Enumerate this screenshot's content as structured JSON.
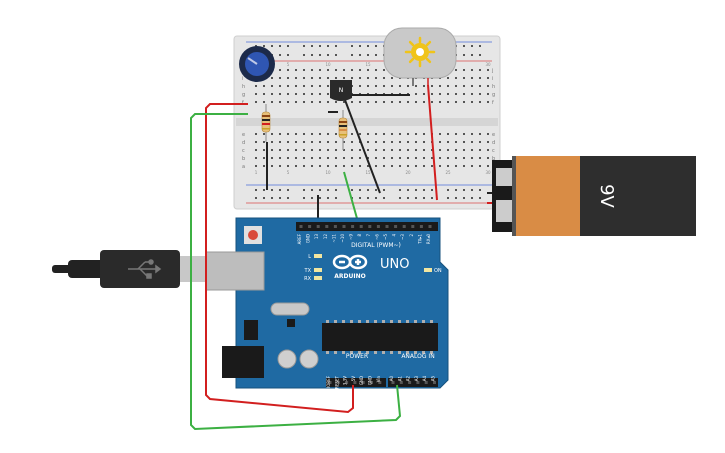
{
  "board": {
    "brand": "ARDUINO",
    "model": "UNO",
    "digital_label": "DIGITAL (PWM~)",
    "power_label": "POWER",
    "analog_label": "ANALOG IN",
    "on_label": "ON",
    "led_l": "L",
    "led_tx": "TX",
    "led_rx": "RX",
    "digital_pins": [
      "AREF",
      "GND",
      "13",
      "12",
      "~11",
      "~10",
      "~9",
      "8",
      "7",
      "~6",
      "~5",
      "4",
      "~3",
      "2",
      "TX▸1",
      "RX◂0"
    ],
    "power_pins": [
      "IOREF",
      "RESET",
      "3.3V",
      "5V",
      "GND",
      "GND",
      "Vin"
    ],
    "analog_pins": [
      "A0",
      "A1",
      "A2",
      "A3",
      "A4",
      "A5"
    ]
  },
  "battery": {
    "label": "9V",
    "body_color": "#d98c45",
    "cap_color": "#333333"
  },
  "transistor": {
    "label": "N"
  },
  "breadboard": {
    "row_letters_top": [
      "j",
      "i",
      "h",
      "g",
      "f"
    ],
    "row_letters_bottom": [
      "e",
      "d",
      "c",
      "b",
      "a"
    ],
    "column_numbers": [
      "1",
      "5",
      "10",
      "15",
      "20",
      "25",
      "30"
    ]
  },
  "colors": {
    "board_blue": "#1f6aa3",
    "wire_red": "#d21f1f",
    "wire_green": "#3cb043",
    "wire_black": "#222222",
    "breadboard": "#e9e9e9"
  }
}
